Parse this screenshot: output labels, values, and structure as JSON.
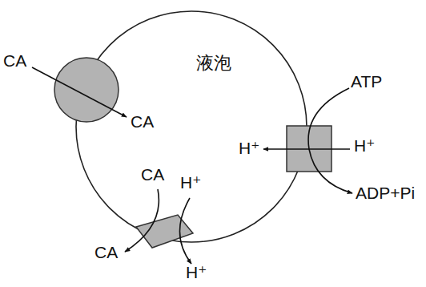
{
  "diagram": {
    "nodes": [
      {
        "text": [
          "液泡"
        ]
      }
    ],
    "labels": [
      "CA",
      "CA",
      "ATP",
      "H⁺",
      "H⁺",
      "ADP+Pi",
      "CA",
      "H⁺",
      "CA",
      "H⁺"
    ]
  }
}
